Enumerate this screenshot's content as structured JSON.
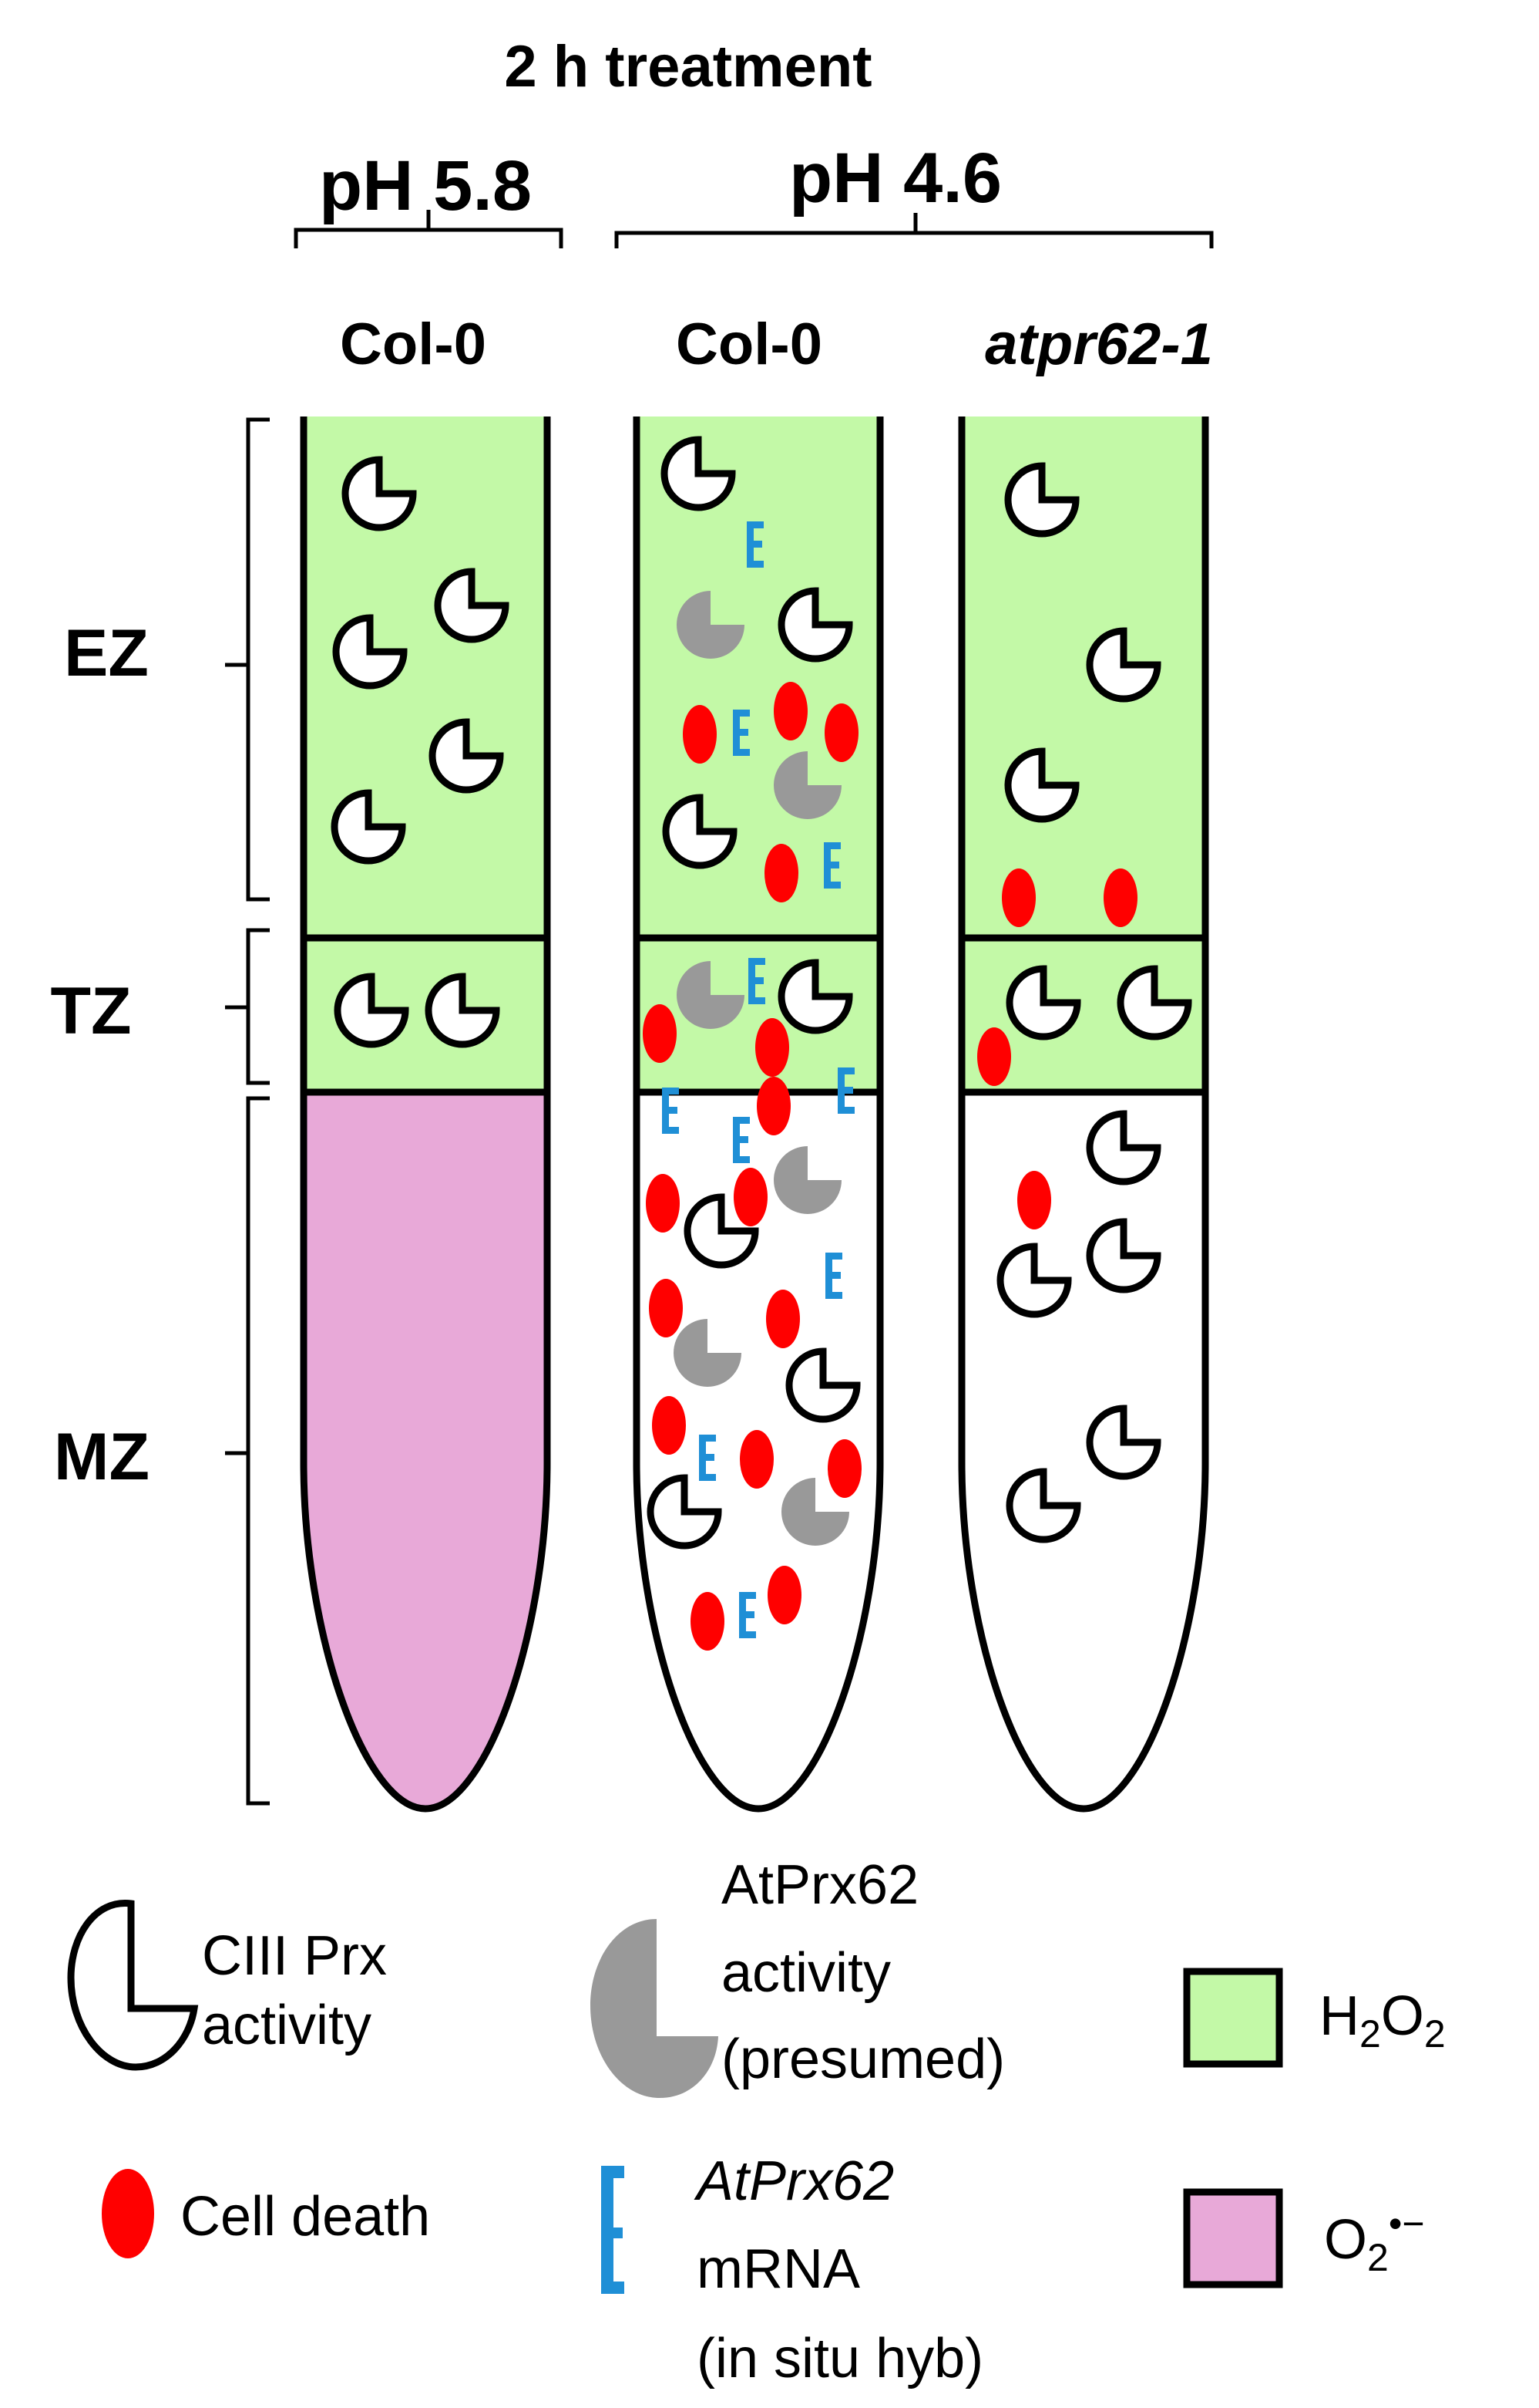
{
  "header": {
    "title": "2 h treatment",
    "ph_left": "pH 5.8",
    "ph_right": "pH 4.6"
  },
  "columns": [
    {
      "label": "Col-0",
      "italic": false
    },
    {
      "label": "Col-0",
      "italic": false
    },
    {
      "label": "atpr62-1",
      "italic": true
    }
  ],
  "zones": {
    "ez": "EZ",
    "tz": "TZ",
    "mz": "MZ"
  },
  "colors": {
    "h2o2": "#c3f9a7",
    "o2": "#e8a9d8",
    "cell_death": "#ff0000",
    "atprx62_activity": "#999999",
    "mrna": "#1f8fd6",
    "outline": "#000000"
  },
  "legend": {
    "ciii_prx_1": "CIII Prx",
    "ciii_prx_2": "activity",
    "atprx62_act_1": "AtPrx62",
    "atprx62_act_2": "activity",
    "atprx62_act_3": "(presumed)",
    "h2o2_base": "H",
    "h2o2_sub1": "2",
    "h2o2_mid": "O",
    "h2o2_sub2": "2",
    "cell_death": "Cell death",
    "mrna_1": "AtPrx62",
    "mrna_2": "mRNA",
    "mrna_3": "(in situ hyb)",
    "o2_base": "O",
    "o2_sub": "2",
    "o2_sup": "•−"
  }
}
